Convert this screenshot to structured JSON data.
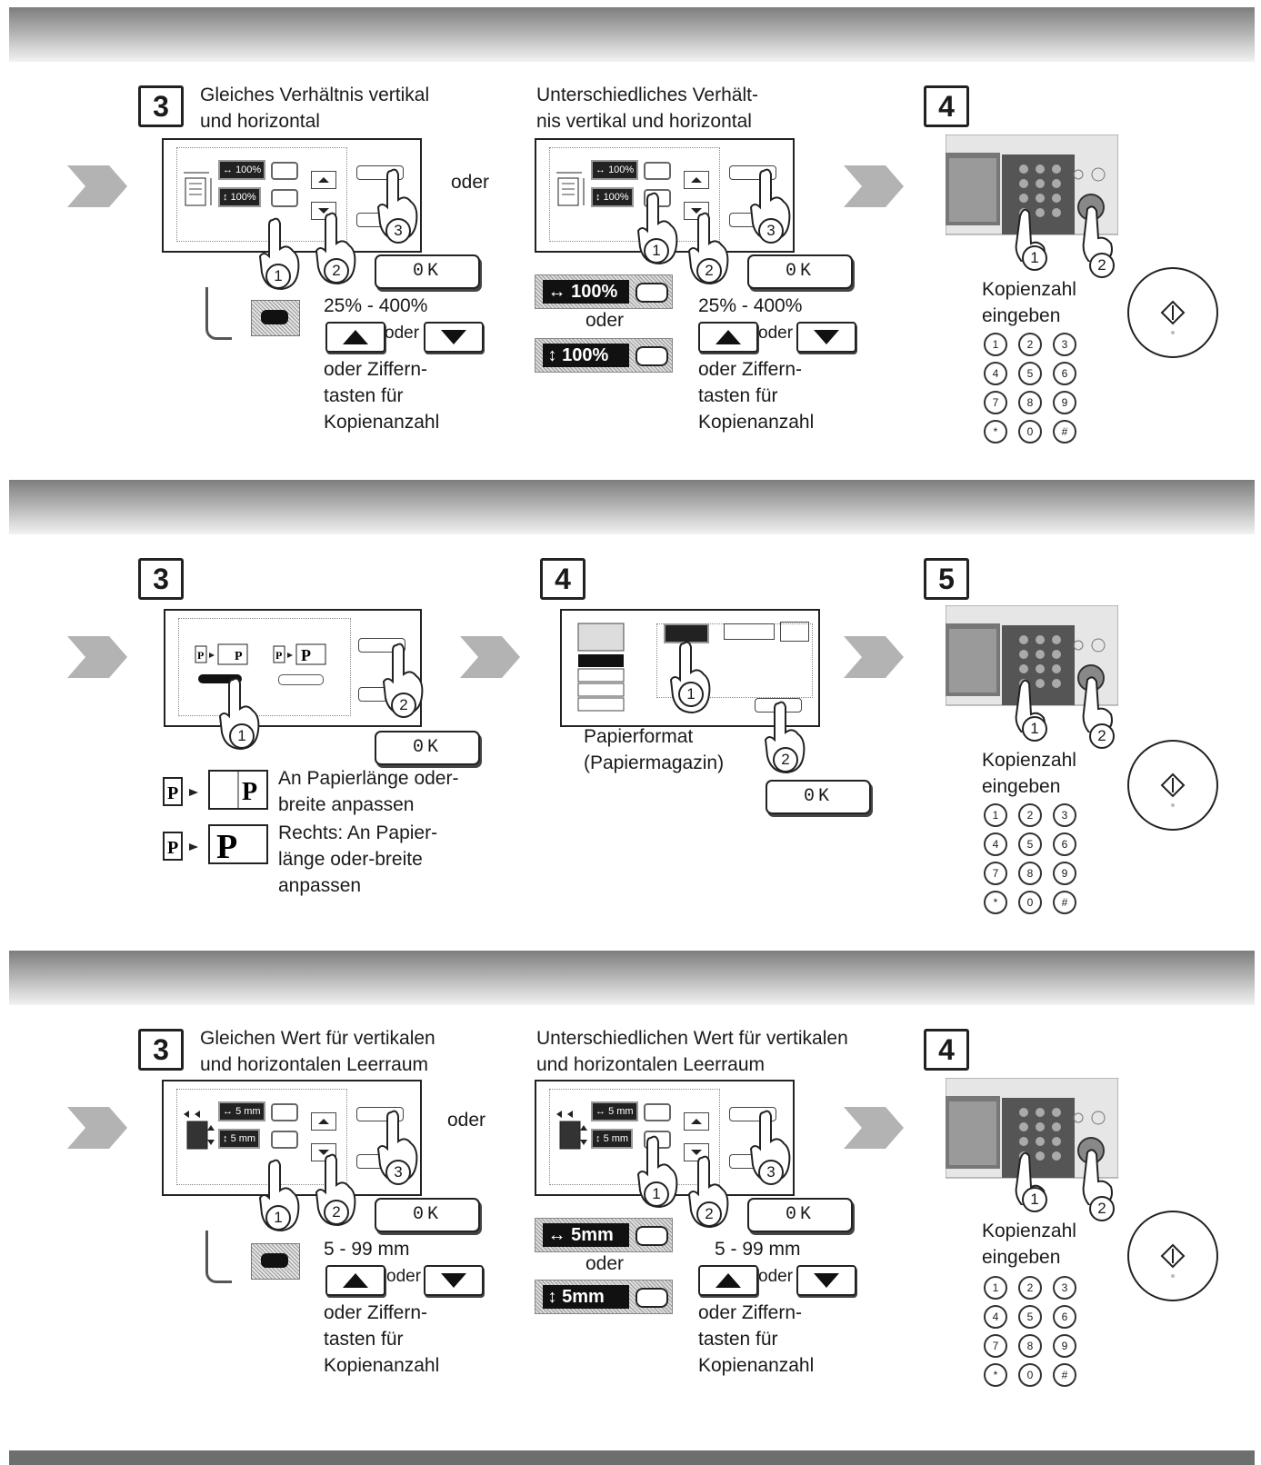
{
  "section1": {
    "step3": {
      "number": "3",
      "title": "Gleiches Verhältnis vertikal\nund horizontal"
    },
    "step3b": {
      "title": "Unterschiedliches Verhält-\nnis vertikal und horizontal"
    },
    "oder": "oder",
    "screen_value": "100%",
    "ok_label": "0K",
    "range": "25% - 400%",
    "oder_between_arrows": "oder",
    "hint": "oder Ziffern-\ntasten für\nKopienanzahl",
    "ind_h": "100%",
    "ind_v": "100%",
    "oder_mid": "oder",
    "step4": {
      "number": "4",
      "caption": "Kopienzahl\neingeben"
    }
  },
  "section2": {
    "step3": {
      "number": "3"
    },
    "opt1": "An Papierlänge oder-\nbreite anpassen",
    "opt2": "Rechts: An Papier-\nlänge oder-breite\nanpassen",
    "ok_label": "0K",
    "step4": {
      "number": "4",
      "caption": "Papierformat\n(Papiermagazin)"
    },
    "step5": {
      "number": "5",
      "caption": "Kopienzahl\neingeben"
    }
  },
  "section3": {
    "step3": {
      "number": "3",
      "title": "Gleichen Wert für vertikalen\nund horizontalen Leerraum"
    },
    "step3b": {
      "title": "Unterschiedlichen Wert für vertikalen\nund horizontalen Leerraum"
    },
    "oder": "oder",
    "screen_value": "5 mm",
    "ok_label": "0K",
    "range": "5 - 99 mm",
    "oder_between_arrows": "oder",
    "hint": "oder Ziffern-\ntasten für\nKopienanzahl",
    "ind_h": "5mm",
    "ind_v": "5mm",
    "oder_mid": "oder",
    "step4": {
      "number": "4",
      "caption": "Kopienzahl\neingeben"
    }
  },
  "keypad": [
    "1",
    "2",
    "3",
    "4",
    "5",
    "6",
    "7",
    "8",
    "9",
    "*",
    "0",
    "#"
  ],
  "marks": {
    "one": "1",
    "two": "2",
    "three": "3"
  }
}
